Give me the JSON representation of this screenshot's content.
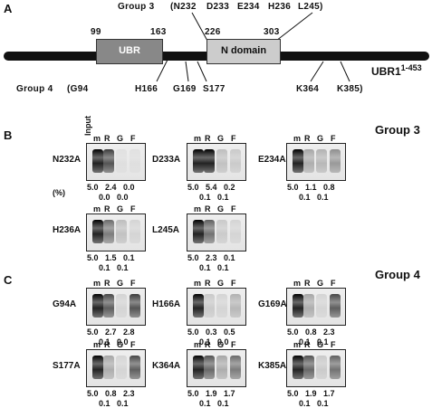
{
  "panel_a": {
    "letter": "A",
    "group3_title": "Group 3",
    "group3_residues": [
      "(N232",
      "D233",
      "E234",
      "H236",
      "L245)"
    ],
    "group4_title": "Group 4",
    "group4_residues": [
      "(G94",
      "H166",
      "G169",
      "S177",
      "K364",
      "K385)"
    ],
    "positions": [
      "99",
      "163",
      "226",
      "303"
    ],
    "ubr_label": "UBR",
    "ndomain_label": "N domain",
    "construct": "UBR1",
    "construct_sup": "1-453"
  },
  "panel_b": {
    "letter": "B",
    "title": "Group 3",
    "lanes": [
      "Input",
      "m",
      "R",
      "G",
      "F"
    ],
    "percent_label": "(%)",
    "gels": [
      {
        "mutant": "N232A",
        "show_input_header": true,
        "top_values": "5.0   2.4   0.0",
        "bottom_values": "0.0   0.0",
        "bands": [
          1.0,
          0.75,
          0.05,
          0.05
        ]
      },
      {
        "mutant": "D233A",
        "show_input_header": false,
        "top_values": "5.0   5.4   0.2",
        "bottom_values": "0.1   0.1",
        "bands": [
          1.0,
          1.0,
          0.2,
          0.15
        ]
      },
      {
        "mutant": "E234A",
        "show_input_header": false,
        "top_values": "5.0   1.1   0.8",
        "bottom_values": "0.1   0.1",
        "bands": [
          1.0,
          0.3,
          0.25,
          0.4
        ]
      },
      {
        "mutant": "H236A",
        "show_input_header": false,
        "top_values": "5.0   1.5   0.1",
        "bottom_values": "0.1   0.1",
        "bands": [
          1.0,
          0.55,
          0.2,
          0.1
        ]
      },
      {
        "mutant": "L245A",
        "show_input_header": false,
        "top_values": "5.0   2.3   0.1",
        "bottom_values": "0.1   0.1",
        "bands": [
          1.0,
          0.6,
          0.15,
          0.1
        ]
      }
    ]
  },
  "panel_c": {
    "letter": "C",
    "title": "Group 4",
    "lanes": [
      "m",
      "R",
      "G",
      "F"
    ],
    "gels": [
      {
        "mutant": "G94A",
        "top_values": "5.0   2.7   2.8",
        "bottom_values": "0.1   0.0",
        "bands": [
          1.0,
          0.7,
          0.1,
          0.75
        ]
      },
      {
        "mutant": "H166A",
        "top_values": "5.0   0.3   0.5",
        "bottom_values": "0.1   0.0",
        "bands": [
          1.0,
          0.15,
          0.1,
          0.25
        ]
      },
      {
        "mutant": "G169A",
        "top_values": "5.0   0.8   2.3",
        "bottom_values": "0.1   0.1",
        "bands": [
          1.0,
          0.3,
          0.1,
          0.7
        ]
      },
      {
        "mutant": "S177A",
        "top_values": "5.0   0.8   2.3",
        "bottom_values": "0.1   0.1",
        "bands": [
          1.0,
          0.3,
          0.1,
          0.7
        ]
      },
      {
        "mutant": "K364A",
        "top_values": "5.0   1.9   1.7",
        "bottom_values": "0.1   0.1",
        "bands": [
          1.0,
          0.65,
          0.3,
          0.55
        ]
      },
      {
        "mutant": "K385A",
        "top_values": "5.0   1.9   1.7",
        "bottom_values": "0.1   0.1",
        "bands": [
          1.0,
          0.65,
          0.15,
          0.6
        ]
      }
    ]
  }
}
